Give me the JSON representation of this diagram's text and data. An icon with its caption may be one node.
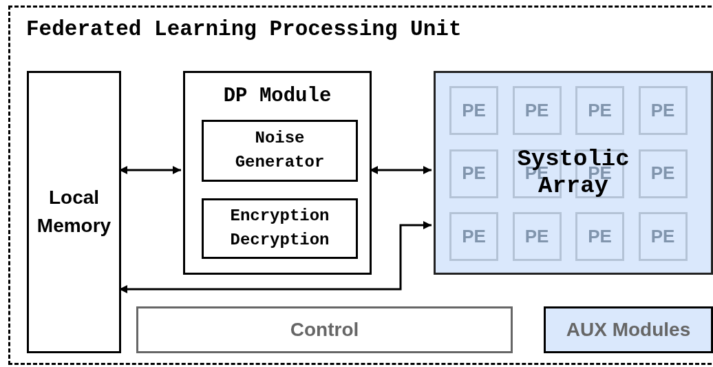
{
  "diagram": {
    "nodes": [
      {
        "text": [
          "Federated Learning Processing Unit"
        ]
      },
      {
        "text": [
          "Local Memory"
        ],
        "in": 0
      },
      {
        "text": [
          "DP Module"
        ],
        "in": 0
      },
      {
        "text": [
          "Noise Generator"
        ],
        "in": 2
      },
      {
        "text": [
          "Encryption Decryption"
        ],
        "in": 2
      },
      {
        "text": [
          "Systolic Array"
        ],
        "in": 0
      },
      {
        "text": [
          "Control"
        ],
        "in": 0
      },
      {
        "text": [
          "AUX Modules"
        ],
        "in": 0
      }
    ],
    "edges": [
      {
        "from": 1,
        "to": 2,
        "arrow": "both"
      },
      {
        "from": 2,
        "to": 5,
        "arrow": "both"
      },
      {
        "from": 1,
        "to": 5,
        "arrow": "both"
      }
    ],
    "labels": [
      "PE",
      "PE",
      "PE",
      "PE",
      "PE",
      "PE",
      "PE",
      "PE",
      "PE",
      "PE",
      "PE",
      "PE"
    ]
  }
}
